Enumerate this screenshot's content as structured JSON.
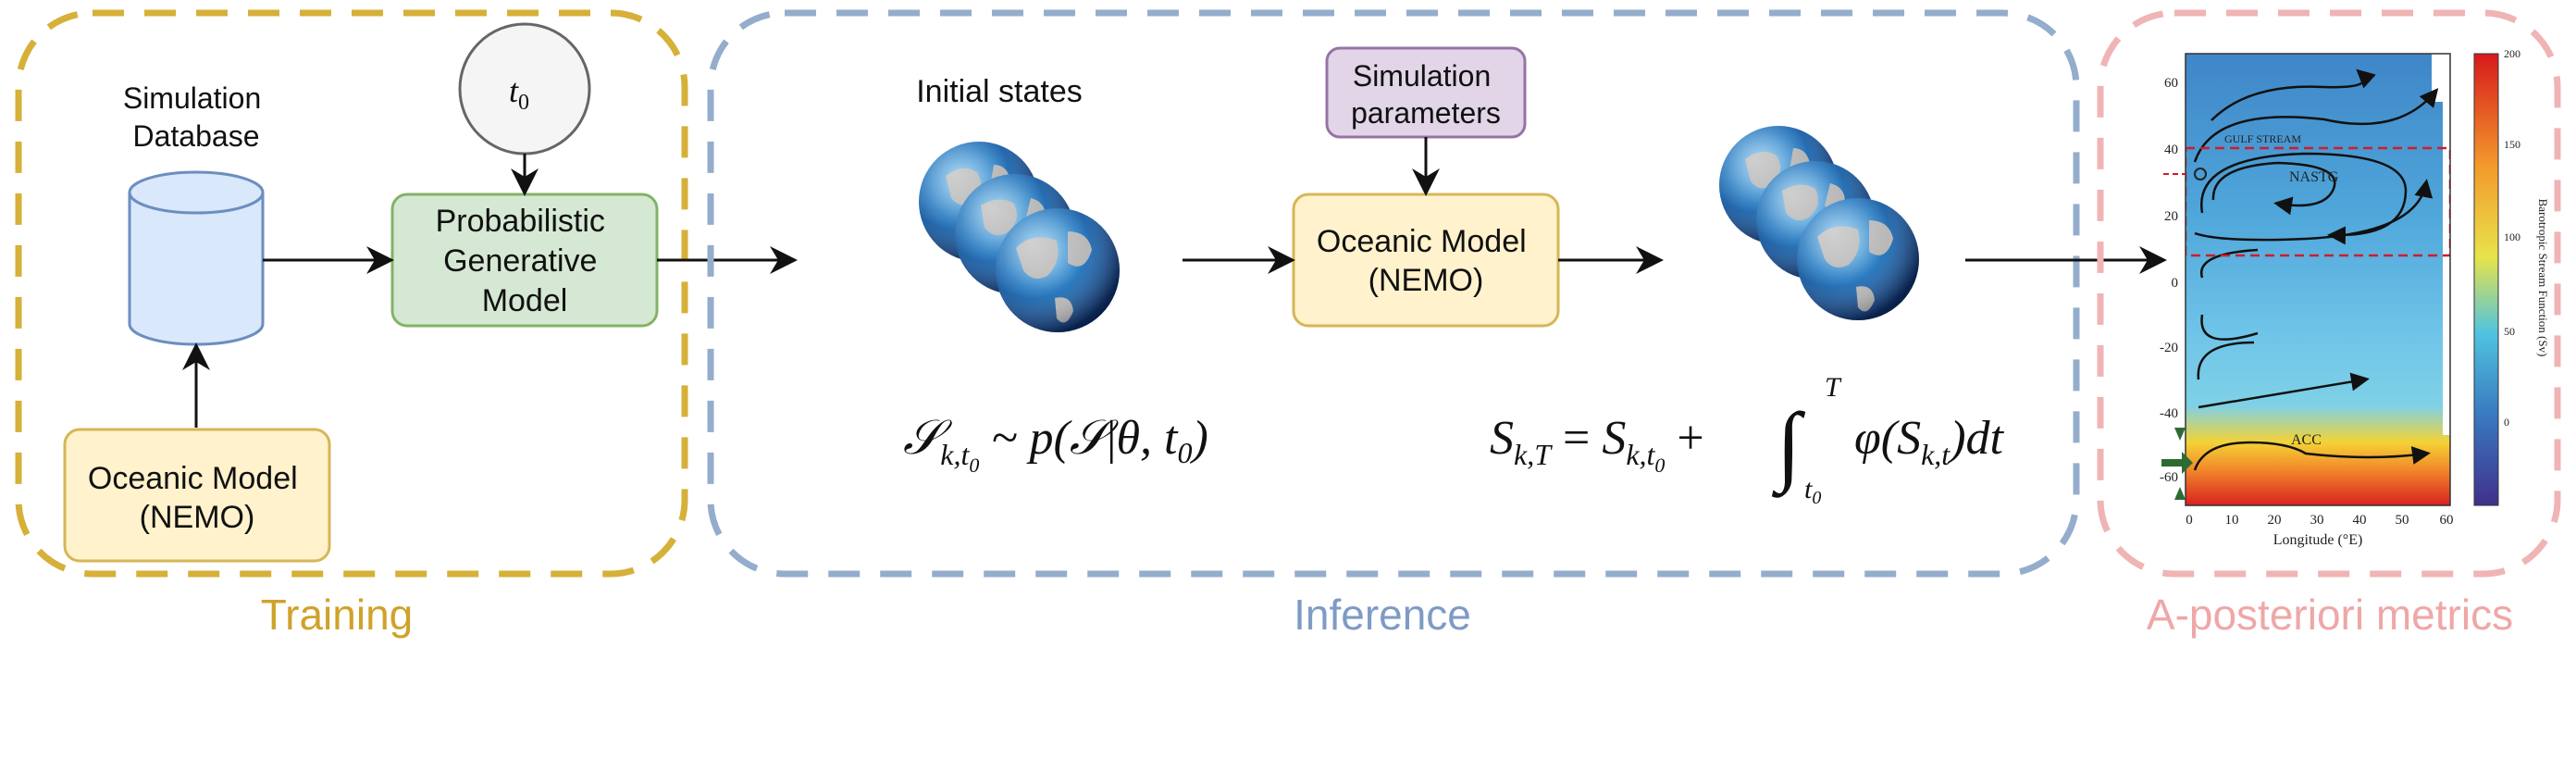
{
  "colors": {
    "training": "#D6B038",
    "training_label": "#CFA22A",
    "inference": "#95ADCC",
    "inference_label": "#7E9BC6",
    "metrics": "#F0B4B4",
    "metrics_label": "#EFA7A7",
    "db_fill": "#DAE8FC",
    "db_stroke": "#6C8EBF",
    "generative_fill": "#D5E8D4",
    "generative_stroke": "#82B366",
    "nemo_fill": "#FFF2CC",
    "nemo_stroke": "#D6B656",
    "params_fill": "#E1D5E7",
    "params_stroke": "#9673A6"
  },
  "sections": {
    "training": "Training",
    "inference": "Inference",
    "metrics": "A-posteriori metrics"
  },
  "training": {
    "database_label": [
      "Simulation",
      "Database"
    ],
    "t0_node": "t",
    "t0_sub": "0",
    "generative_model": [
      "Probabilistic",
      "Generative",
      "Model"
    ],
    "oceanic_model": [
      "Oceanic Model",
      "(NEMO)"
    ]
  },
  "inference": {
    "initial_states": "Initial states",
    "sim_params": [
      "Simulation",
      "parameters"
    ],
    "oceanic_model": [
      "Oceanic Model",
      "(NEMO)"
    ],
    "formula_sample": "𝒮k,t0 ~ p(𝒮|θ, t0)",
    "formula_integral": "Sk,T = Sk,t0 + ∫ φ(Sk,t)dt"
  },
  "metrics_plot": {
    "y_ticks": [
      "60",
      "40",
      "20",
      "0",
      "-20",
      "-40",
      "-60"
    ],
    "x_ticks": [
      "0",
      "10",
      "20",
      "30",
      "40",
      "50",
      "60"
    ],
    "xlabel": "Longitude (°E)",
    "colorbar_label": "Barotropic Stream Function (Sv)",
    "colorbar_ticks": [
      "200",
      "150",
      "100",
      "50",
      "0"
    ],
    "region_labels": [
      "GULF STREAM",
      "NASTG",
      "ACC"
    ]
  }
}
